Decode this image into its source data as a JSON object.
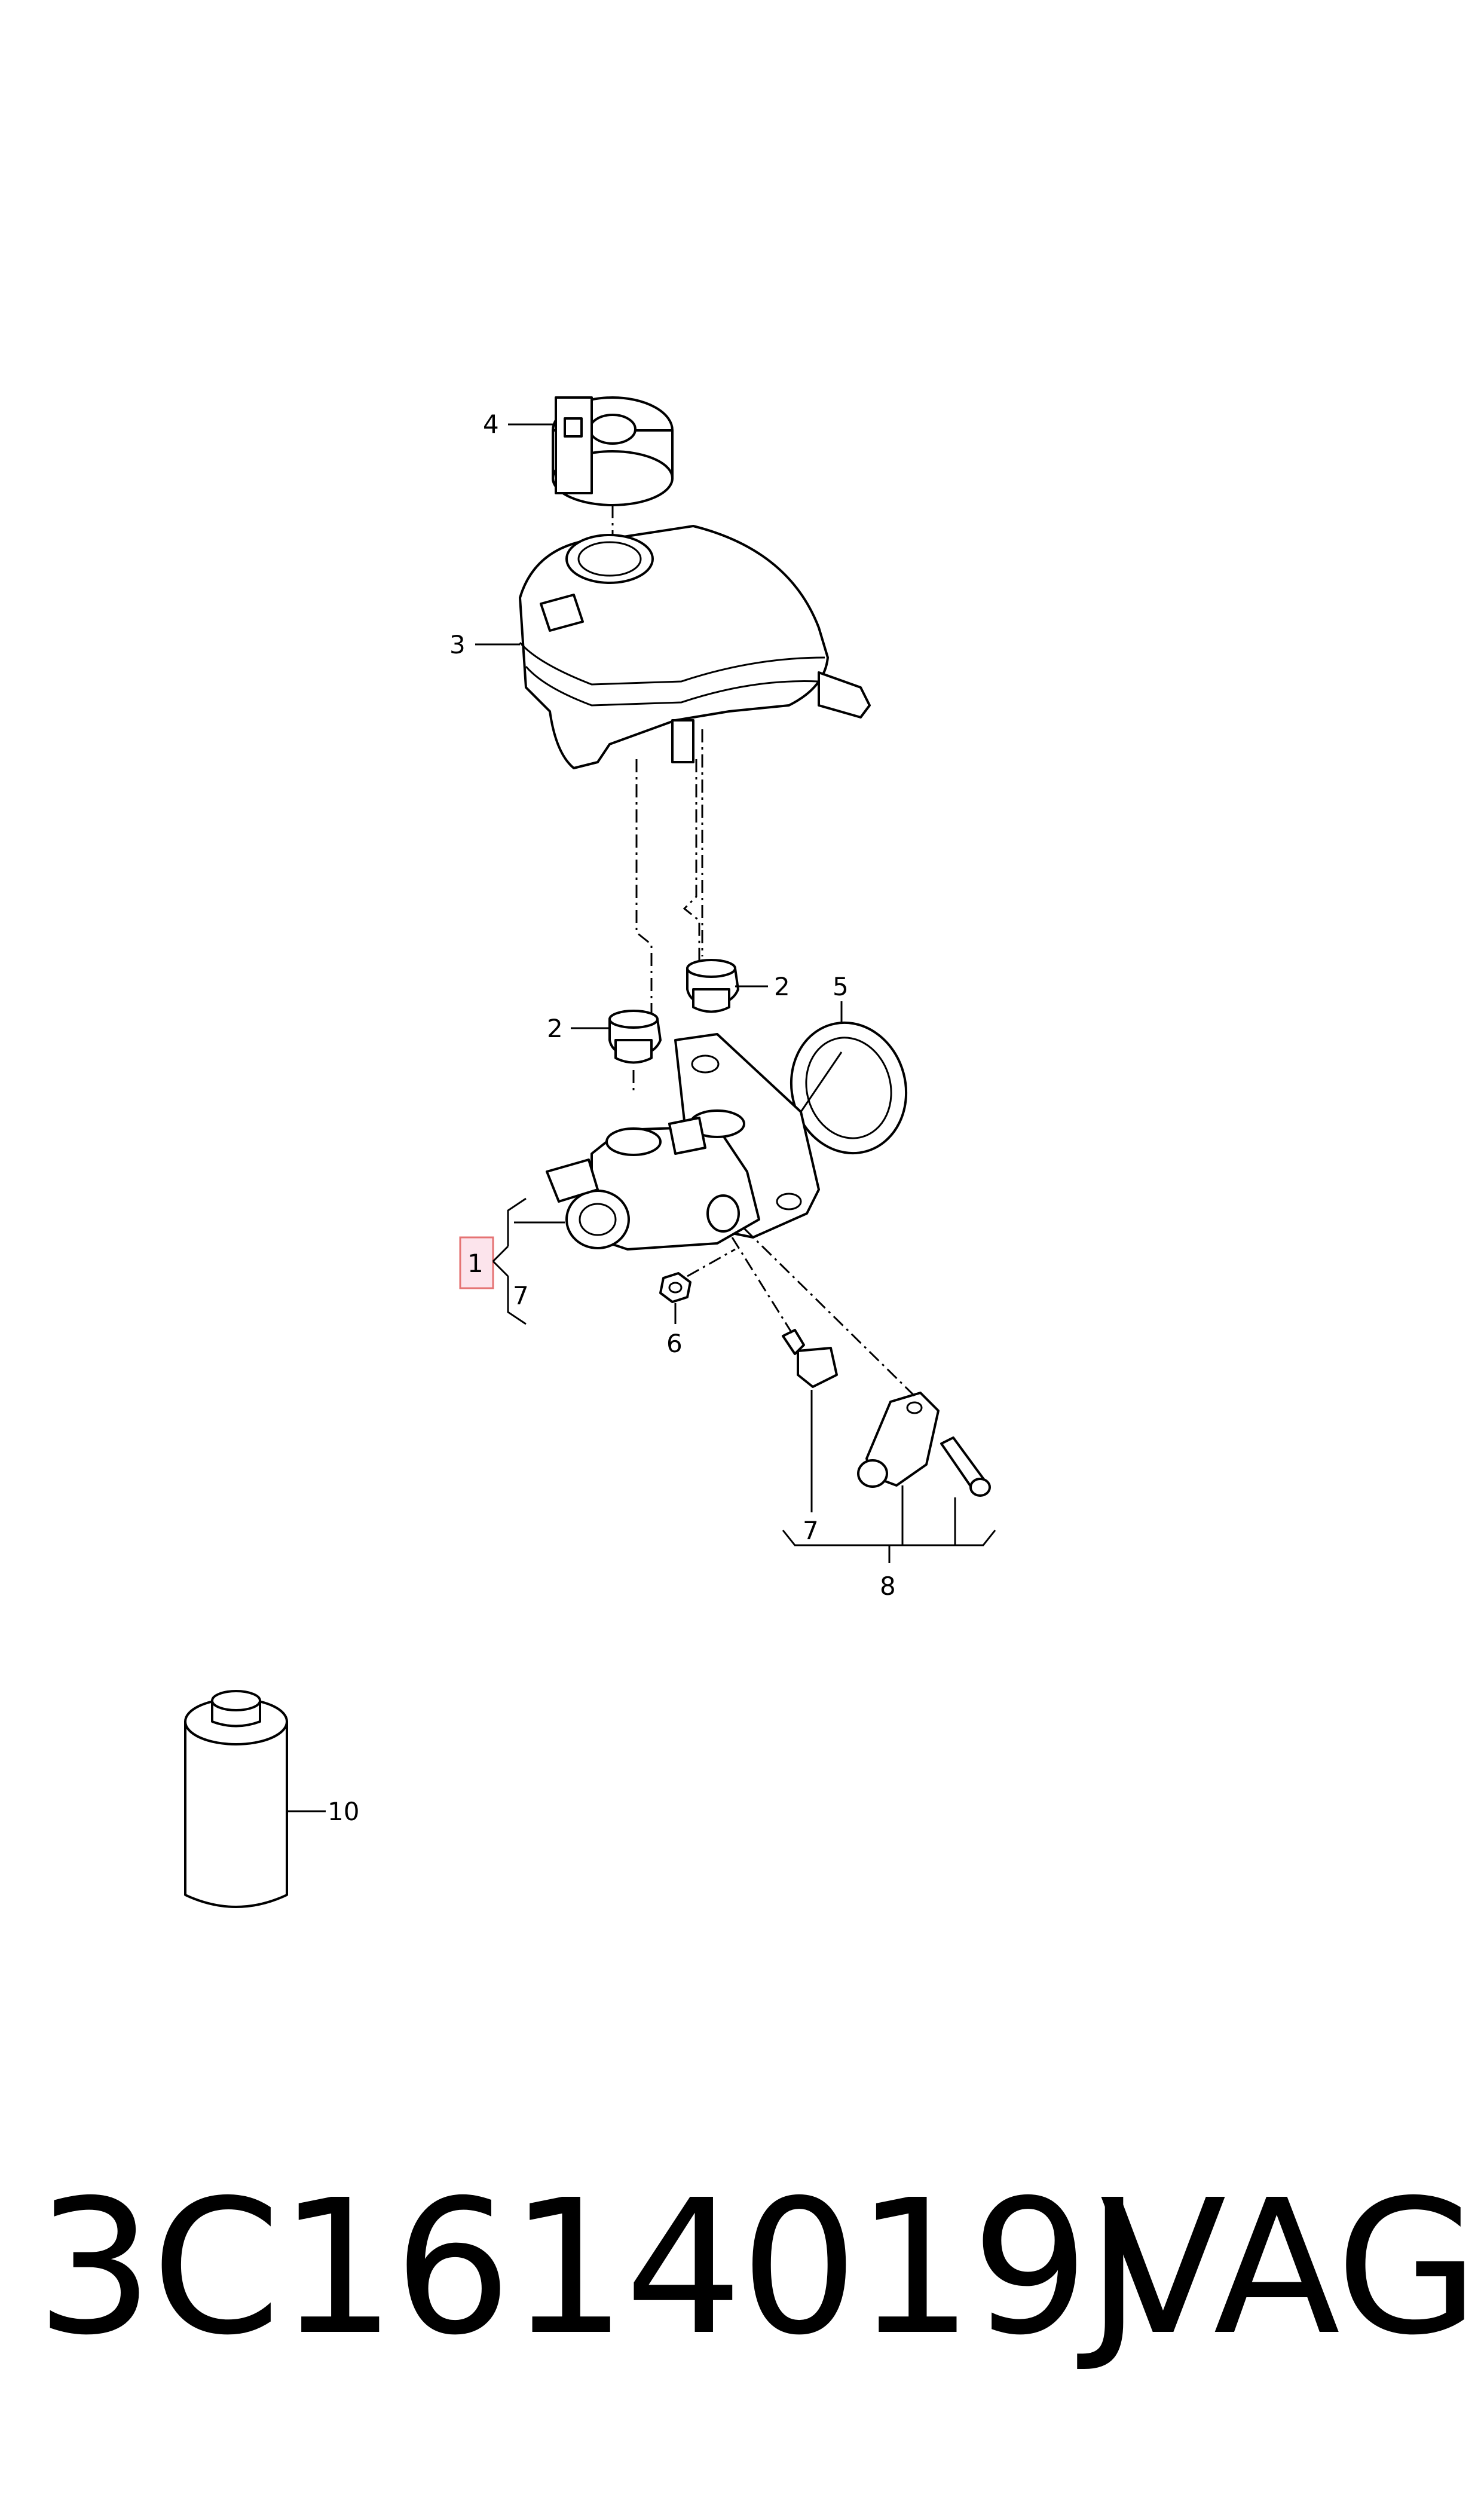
{
  "callouts": {
    "c1": "1",
    "c2a": "2",
    "c2b": "2",
    "c3": "3",
    "c4": "4",
    "c5": "5",
    "c6": "6",
    "c7a": "7",
    "c7b": "7",
    "c8": "8",
    "c10": "10"
  },
  "highlight": {
    "part": "1",
    "color": "#fce4ec",
    "border": "#e57373"
  },
  "caption": {
    "part_number": "3C1614019J",
    "manufacturer": "VAG"
  }
}
